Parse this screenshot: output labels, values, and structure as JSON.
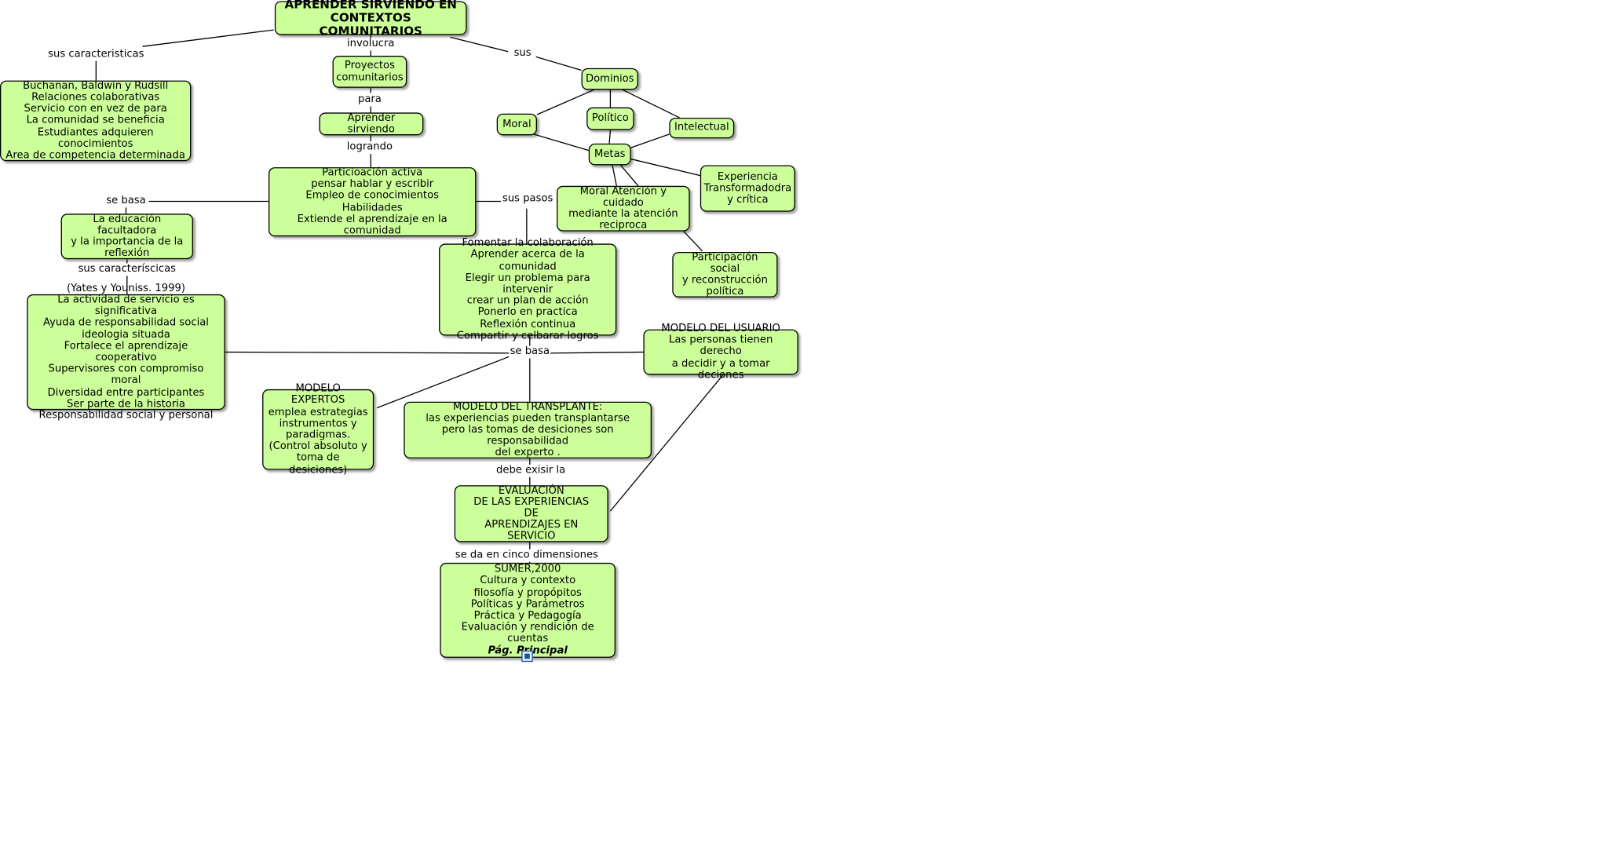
{
  "map_title": [
    "APRENDER SIRVIENDO EN",
    "CONTEXTOS COMUNITARIOS"
  ],
  "nodes": {
    "buchanan": [
      "Buchanan, Baldwin y Rudsill",
      "Relaciones colaborativas",
      "Servicio con en vez de para",
      "La comunidad se beneficia",
      "Estudiantes adquieren conocimientos",
      "Area de competencia determinada"
    ],
    "proyectos": [
      "Proyectos",
      "comunitarios"
    ],
    "aprender": [
      "Aprender sirviendo"
    ],
    "participacion": [
      "Particioación activa",
      "pensar hablar y escribir",
      "Empleo de conocimientos",
      "Habilidades",
      "Extiende el aprendizaje en la comunidad"
    ],
    "educacion": [
      "La educación facultadora",
      "y la importancia de la",
      "reflexión"
    ],
    "yates": [
      "(Yates y Youniss. 1999)",
      "La actividad de servicio es significativa",
      "Ayuda de responsabilidad social",
      "ideologia situada",
      "Fortalece el aprendizaje cooperativo",
      "Supervisores con compromiso moral",
      "Diversidad entre participantes",
      "Ser parte de la historia",
      "Responsabilidad social y personal"
    ],
    "dominios": [
      "Dominios"
    ],
    "moral": [
      "Moral"
    ],
    "politico": [
      "Político"
    ],
    "intelectual": [
      "Intelectual"
    ],
    "metas": [
      "Metas"
    ],
    "experiencia": [
      "Experiencia",
      "Transformadodra",
      "y crítica"
    ],
    "moral_atencion": [
      "Moral Atención y cuidado",
      "mediante la atención",
      "reciproca"
    ],
    "participacion_social": [
      "Participación social",
      "y reconstrucción",
      "política"
    ],
    "pasos": [
      "Fomentar la colaboración",
      "Aprender acerca de la comunidad",
      "Elegir un problema para intervenir",
      "crear un plan de acción",
      "Ponerlo en practica",
      "Reflexión continua",
      "Compartir y celbarar logros"
    ],
    "usuario": [
      "MODELO DEL USUARIO",
      "Las personas tienen derecho",
      "a decidir y a tomar deciones"
    ],
    "expertos": [
      "MODELO EXPERTOS",
      "emplea estrategias",
      "instrumentos y",
      "paradigmas.",
      "(Control absoluto y",
      "toma de desiciones)"
    ],
    "transplante": [
      "MODELO DEL TRANSPLANTE:",
      "las experiencias pueden transplantarse",
      "pero las tomas de desiciones son responsabilidad",
      "del experto ."
    ],
    "evaluacion": [
      "EVALUACIÓN",
      "DE LAS EXPERIENCIAS",
      "DE",
      "APRENDIZAJES EN SERVICIO"
    ],
    "sumer": [
      "SUMER,2000",
      "Cultura y contexto",
      "filosofía y propópitos",
      "Políticas y Parámetros",
      "Práctica y Pedagogía",
      "Evaluación y rendición de cuentas"
    ],
    "sumer_link": "Pág. Principal"
  },
  "link_labels": {
    "sus_caracteristicas": "sus caracteristicas",
    "involucra": "involucra",
    "sus": "sus",
    "para": "para",
    "logrando": "logrando",
    "se_basa_left": "se basa",
    "sus_pasos": "sus pasos",
    "sus_caracteriscicas": "sus caracteríscicas",
    "se_basa_center": "se basa",
    "debe_exisir": "debe exisir la",
    "cinco_dimensiones": "se da en cinco dimensiones"
  },
  "icons": [
    "resource-link-icon"
  ],
  "colors": {
    "node_fill": "#ccff99",
    "node_border": "#000000",
    "link": "#000000",
    "background": "#ffffff"
  }
}
